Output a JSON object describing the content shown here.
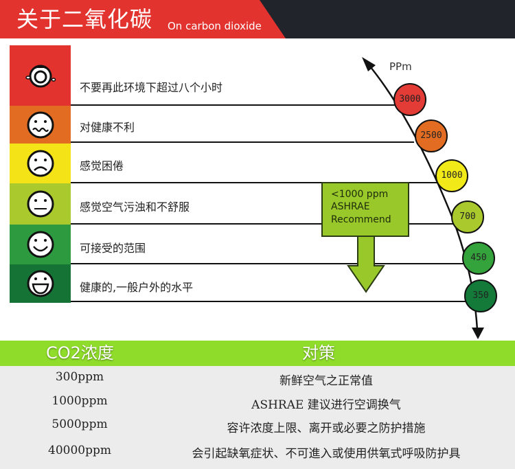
{
  "header": {
    "title": "关于二氧化碳",
    "subtitle": "On carbon dioxide",
    "colors": {
      "red": "#e2332f",
      "dark": "#22242b"
    }
  },
  "levels": [
    {
      "ppm": "3000",
      "text": "不要再此环境下超过八个小时",
      "face": "crying-face",
      "color": "#e2332f"
    },
    {
      "ppm": "2500",
      "text": "对健康不利",
      "face": "queasy-face",
      "color": "#e26d22"
    },
    {
      "ppm": "1000",
      "text": "感觉困倦",
      "face": "sad-face",
      "color": "#f4e417"
    },
    {
      "ppm": "700",
      "text": "感觉空气污浊和不舒服",
      "face": "neutral-face",
      "color": "#a9c92d"
    },
    {
      "ppm": "450",
      "text": "可接受的范围",
      "face": "smile-face",
      "color": "#2e9a3f"
    },
    {
      "ppm": "350",
      "text": "健康的,一般户外的水平",
      "face": "grin-face",
      "color": "#157335"
    }
  ],
  "axis": {
    "label": "PPm"
  },
  "recommendation": {
    "line1": "<1000 ppm",
    "line2": "ASHRAE",
    "line3": "Recommend",
    "color": "#98c829"
  },
  "table": {
    "headers": [
      "CO2浓度",
      "对策"
    ],
    "rows": [
      {
        "ppm": "300ppm",
        "action": "新鲜空气之正常值"
      },
      {
        "ppm": "1000ppm",
        "action": "ASHRAE 建议进行空调换气"
      },
      {
        "ppm": "5000ppm",
        "action": "容许浓度上限、离开或必要之防护措施"
      },
      {
        "ppm": "40000ppm",
        "action": "会引起缺氧症状、不可進入或使用供氧式呼吸防护具"
      }
    ],
    "header_color": "#8fdc2a",
    "body_color": "#ececec"
  }
}
